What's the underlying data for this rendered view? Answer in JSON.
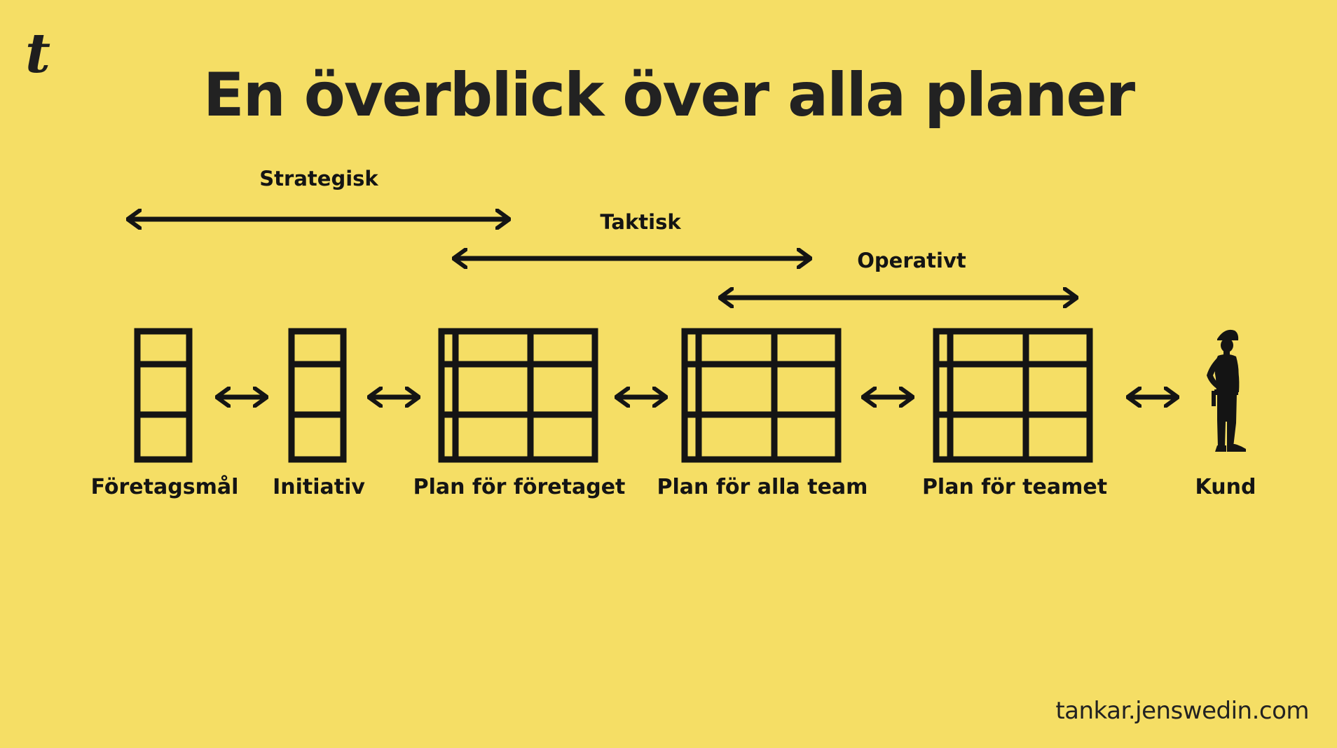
{
  "title": "En överblick över alla planer",
  "logo": {
    "text": "t",
    "icon": "t-logo-icon"
  },
  "scopes": [
    {
      "label": "Strategisk"
    },
    {
      "label": "Taktisk"
    },
    {
      "label": "Operativt"
    }
  ],
  "nodes": [
    {
      "label": "Företagsmål",
      "icon": "grid-column-icon"
    },
    {
      "label": "Initiativ",
      "icon": "grid-column-icon"
    },
    {
      "label": "Plan för företaget",
      "icon": "grid-table-icon"
    },
    {
      "label": "Plan för alla team",
      "icon": "grid-table-icon"
    },
    {
      "label": "Plan för teamet",
      "icon": "grid-table-icon"
    },
    {
      "label": "Kund",
      "icon": "person-silhouette-icon"
    }
  ],
  "footer": "tankar.jenswedin.com",
  "colors": {
    "background": "#F5DE65",
    "ink": "#141414"
  }
}
